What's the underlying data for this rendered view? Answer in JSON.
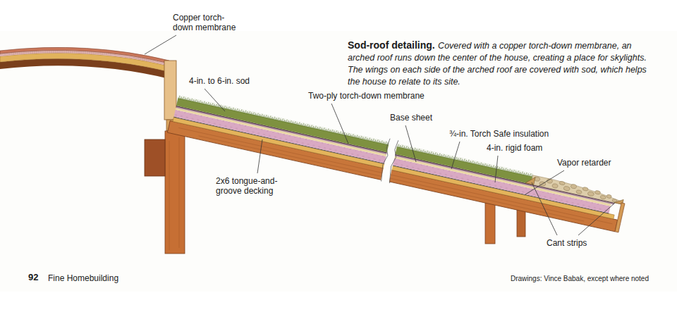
{
  "diagram": {
    "title": "Sod-roof detailing.",
    "caption": "Covered with a copper torch-down membrane, an arched roof runs down the center of the house, creating a place for skylights. The wings on each side of the arched roof are covered with sod, which helps the house to relate to its site.",
    "labels": [
      "Copper torch-down membrane",
      "4-in. to 6-in. sod",
      "Two-ply torch-down membrane",
      "Base sheet",
      "¾-in. Torch Safe insulation",
      "4-in. rigid foam",
      "Vapor retarder",
      "2x6 tongue-and-groove decking",
      "Cant strips",
      "92",
      "Fine Homebuilding",
      "Drawings: Vince Babak, except where noted"
    ]
  }
}
